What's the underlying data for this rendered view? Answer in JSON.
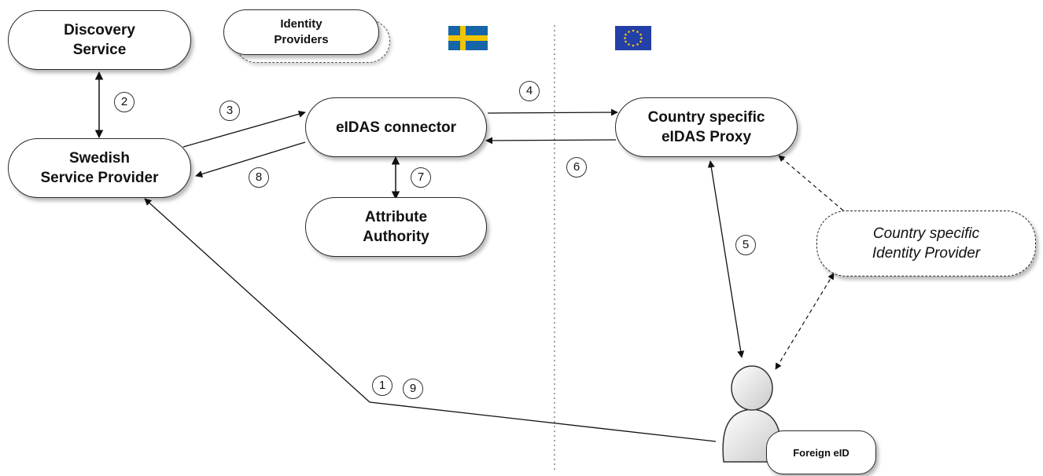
{
  "nodes": {
    "discovery_service": "Discovery\nService",
    "identity_providers": "Identity\nProviders",
    "swedish_sp": "Swedish\nService Provider",
    "eidas_connector": "eIDAS connector",
    "attribute_authority": "Attribute\nAuthority",
    "country_proxy": "Country specific\neIDAS Proxy",
    "country_idp": "Country specific\nIdentity Provider",
    "foreign_eid": "Foreign eID"
  },
  "steps": {
    "s1": "1",
    "s2": "2",
    "s3": "3",
    "s4": "4",
    "s5": "5",
    "s6": "6",
    "s7": "7",
    "s8": "8",
    "s9": "9"
  },
  "colors": {
    "sweden_blue": "#1565a8",
    "sweden_yellow": "#f2c500",
    "eu_blue": "#233fa8",
    "eu_star": "#f5d000",
    "line": "#111111"
  },
  "icons": [
    "sweden-flag-icon",
    "eu-flag-icon",
    "user-person-icon"
  ]
}
